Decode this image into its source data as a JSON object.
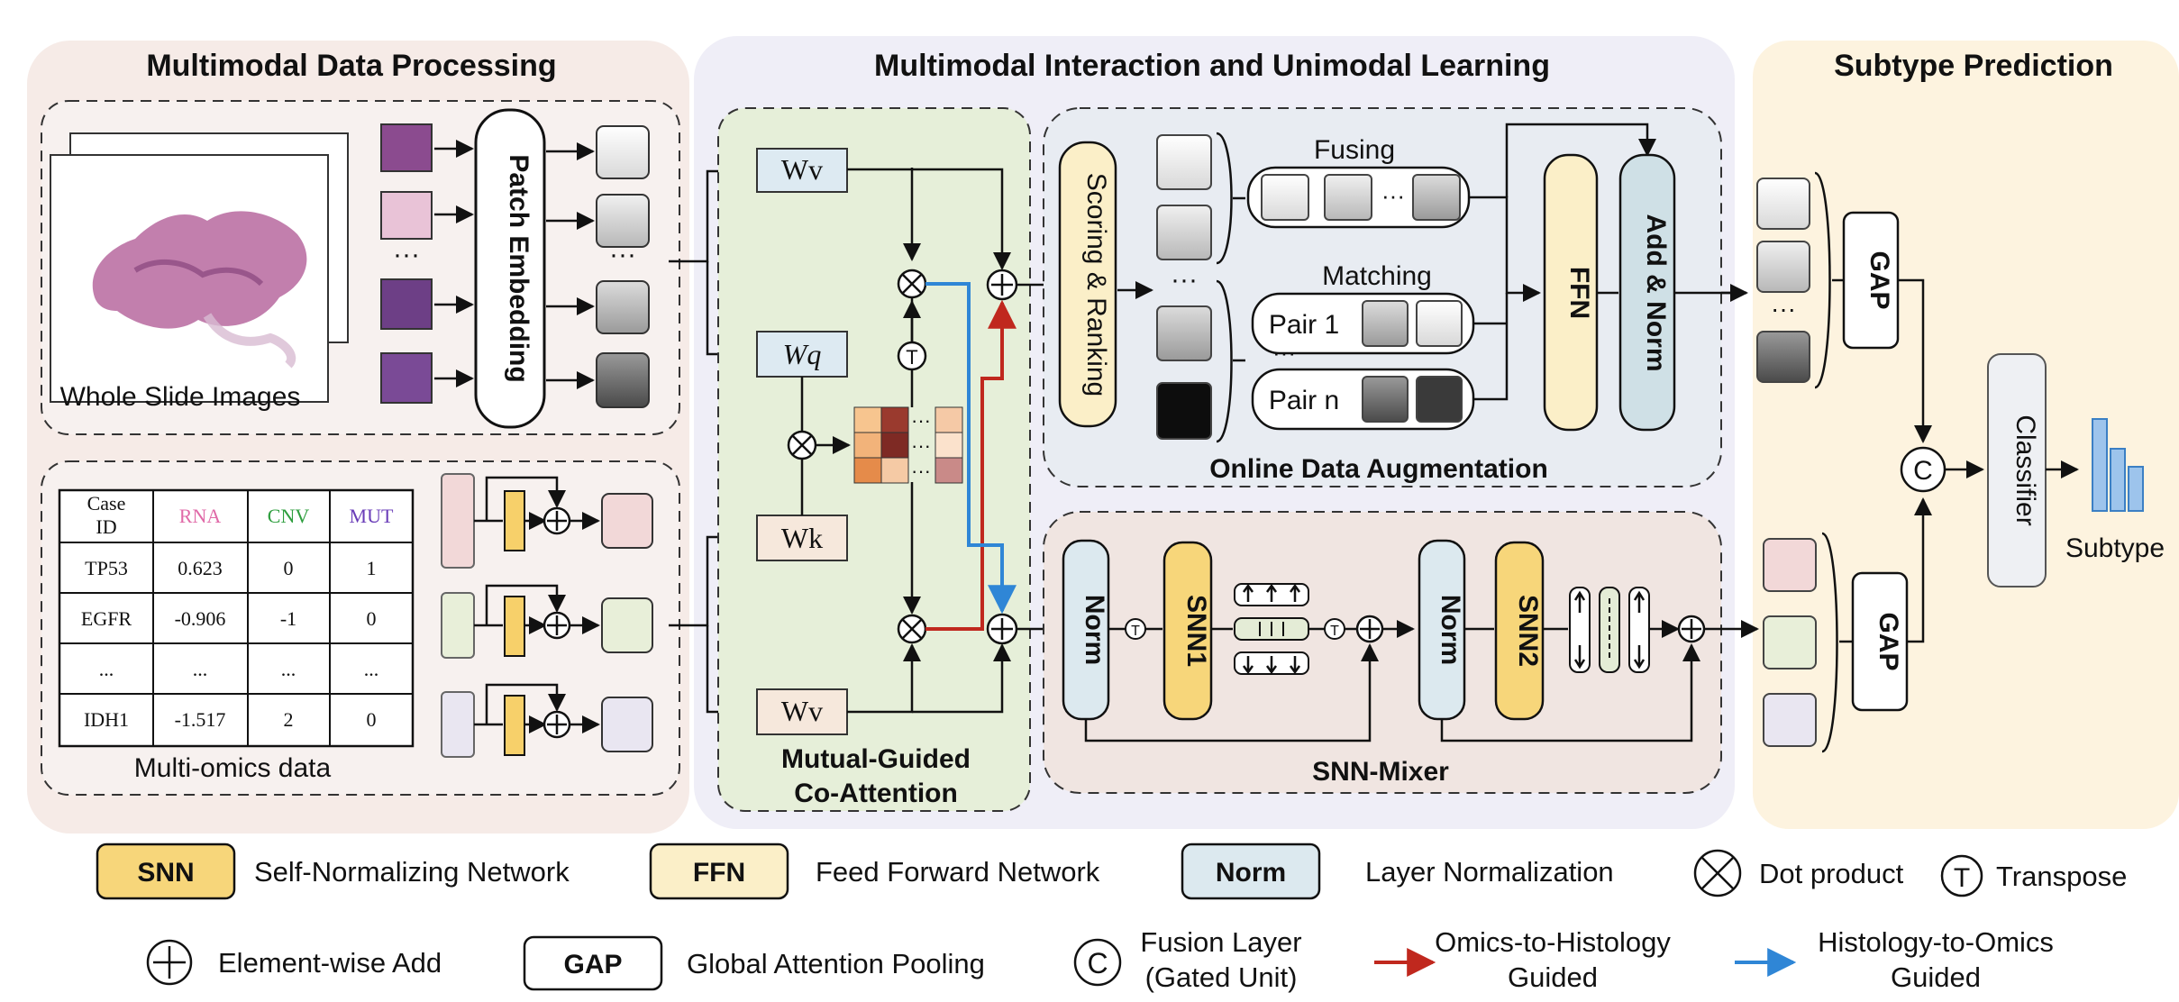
{
  "panels": {
    "processing": "Multimodal Data Processing",
    "interaction": "Multimodal Interaction and Unimodal Learning",
    "prediction": "Subtype Prediction"
  },
  "wsi_label": "Whole Slide Images",
  "patch_embedding": "Patch Embedding",
  "omics_label": "Multi-omics data",
  "table": {
    "headers": [
      "Case ID",
      "RNA",
      "CNV",
      "MUT"
    ],
    "header_colors": [
      "#111111",
      "#e06aa8",
      "#2e9e3e",
      "#6a3db8"
    ],
    "rows": [
      [
        "TP53",
        "0.623",
        "0",
        "1"
      ],
      [
        "EGFR",
        "-0.906",
        "-1",
        "0"
      ],
      [
        "...",
        "...",
        "...",
        "..."
      ],
      [
        "IDH1",
        "-1.517",
        "2",
        "0"
      ]
    ]
  },
  "coattention": {
    "wv_top": "Wv",
    "wq": "Wq",
    "wk": "Wk",
    "wv_bottom": "Wv",
    "title_line1": "Mutual-Guided",
    "title_line2": "Co-Attention",
    "transpose": "T"
  },
  "augmentation": {
    "scoring": "Scoring & Ranking",
    "fusing": "Fusing",
    "matching": "Matching",
    "pair1": "Pair 1",
    "pairn": "Pair n",
    "ffn": "FFN",
    "addnorm": "Add & Norm",
    "title": "Online Data Augmentation"
  },
  "snn_mixer": {
    "norm1": "Norm",
    "snn1": "SNN1",
    "norm2": "Norm",
    "snn2": "SNN2",
    "title": "SNN-Mixer",
    "transpose": "T"
  },
  "prediction": {
    "gap_top": "GAP",
    "gap_bottom": "GAP",
    "fusion": "C",
    "classifier": "Classifier",
    "subtype": "Subtype"
  },
  "legend": {
    "snn_box": "SNN",
    "snn_text": "Self-Normalizing Network",
    "ffn_box": "FFN",
    "ffn_text": "Feed Forward Network",
    "norm_box": "Norm",
    "norm_text": "Layer Normalization",
    "dot_text": "Dot product",
    "transpose_symbol": "T",
    "transpose_text": "Transpose",
    "add_text": "Element-wise Add",
    "gap_box": "GAP",
    "gap_text": "Global Attention Pooling",
    "fusion_symbol": "C",
    "fusion_text_1": "Fusion Layer",
    "fusion_text_2": "(Gated Unit)",
    "o2h_1": "Omics-to-Histology",
    "o2h_2": "Guided",
    "h2o_1": "Histology-to-Omics",
    "h2o_2": "Guided"
  },
  "colors": {
    "panel_left": "#f6ebe7",
    "panel_mid": "#efeef7",
    "panel_right": "#fdf3df",
    "coattn_bg": "#e6efd9",
    "aug_bg": "#e8ecf2",
    "mixer_bg": "#f0e5e1",
    "snn": "#f7d67a",
    "ffn": "#fbefc8",
    "norm": "#dce9ef",
    "red_arrow": "#c0281e",
    "blue_arrow": "#2f86d6"
  }
}
